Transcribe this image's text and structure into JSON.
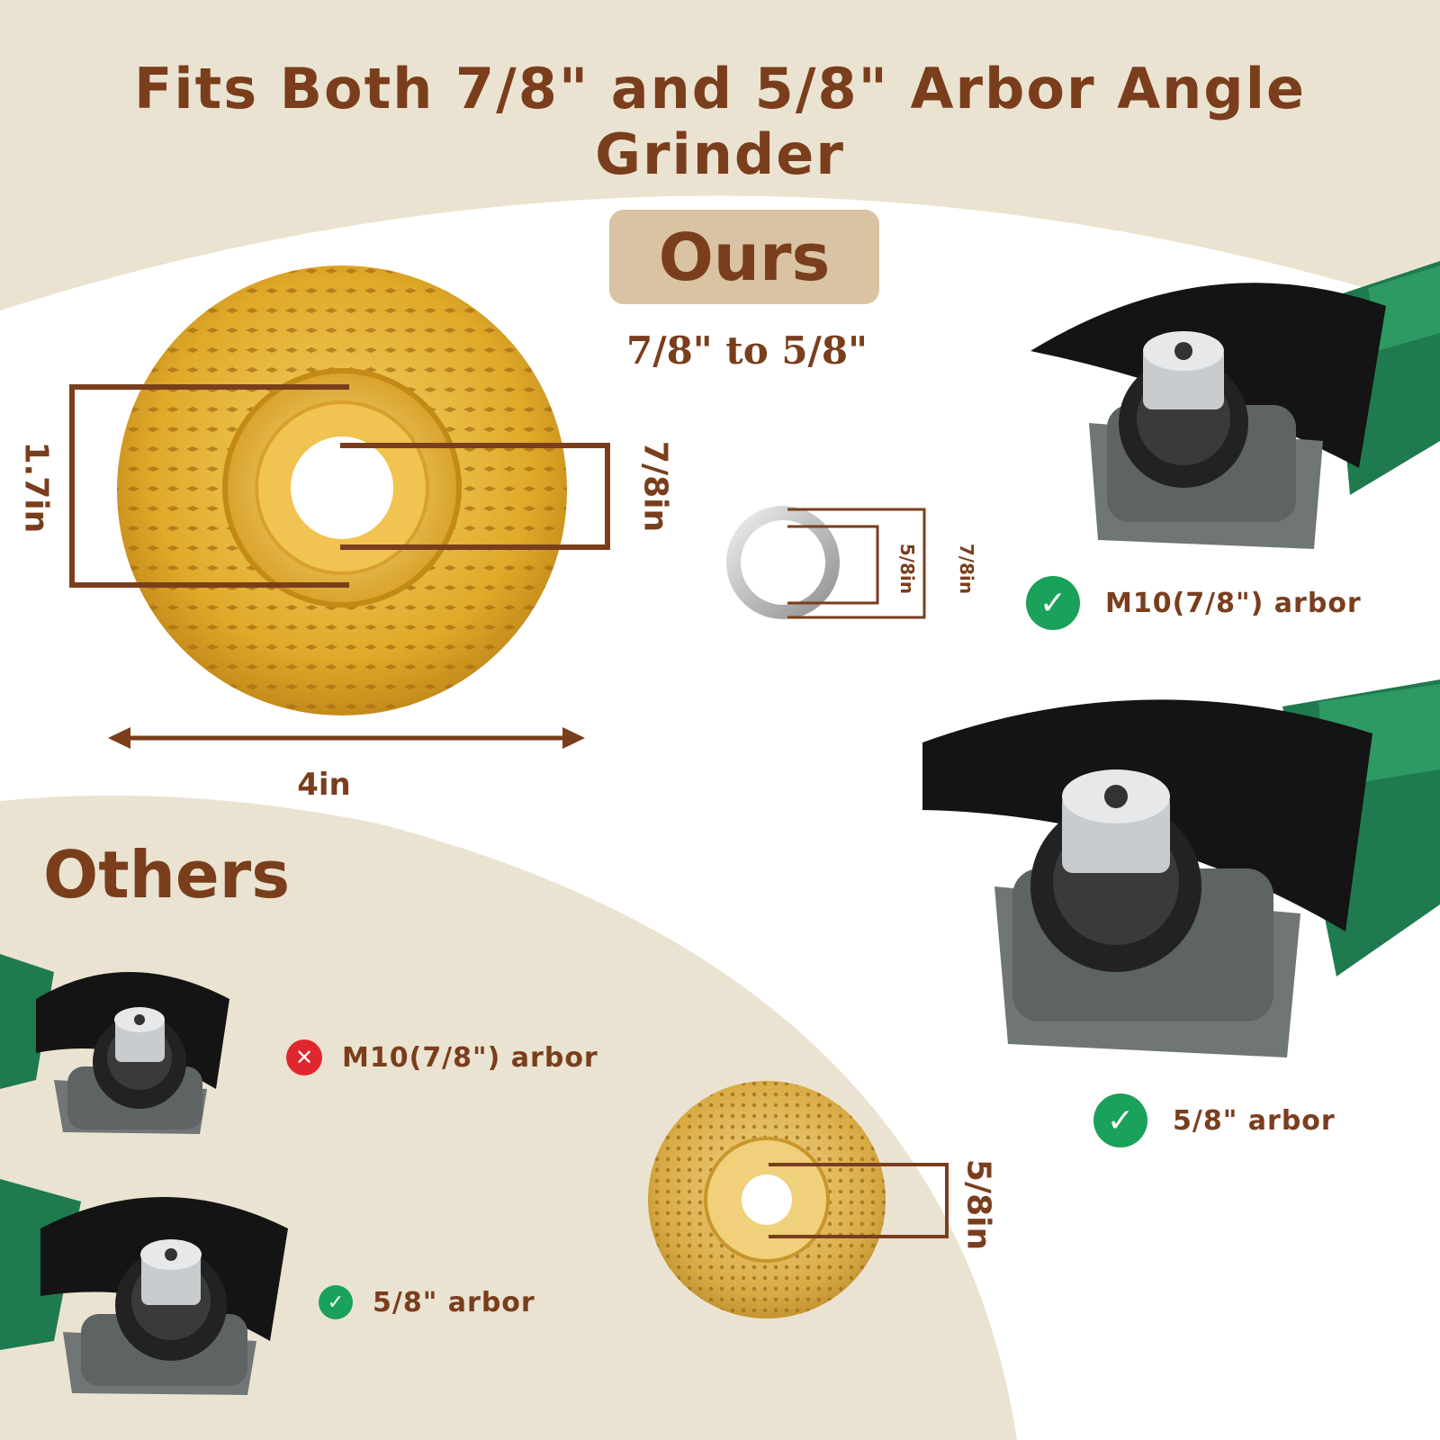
{
  "title": "Fits Both 7/8\" and 5/8\" Arbor Angle Grinder",
  "ours": {
    "badge": "Ours",
    "subtitle": "7/8\" to 5/8\"",
    "dims": {
      "height": "1.7in",
      "arbor": "7/8in",
      "width": "4in"
    },
    "ring": {
      "inner": "5/8in",
      "outer": "7/8in"
    },
    "fits": [
      {
        "status": "check",
        "label": "M10(7/8\") arbor"
      },
      {
        "status": "check",
        "label": "5/8\" arbor"
      }
    ]
  },
  "others": {
    "heading": "Others",
    "fits": [
      {
        "status": "cross",
        "label": "M10(7/8\") arbor"
      },
      {
        "status": "check",
        "label": "5/8\" arbor"
      }
    ],
    "disc_dim": "5/8in"
  },
  "colors": {
    "background": "#ebe3d1",
    "panel": "#ffffff",
    "brand_brown": "#7a3e1d",
    "badge_bg": "#d9c3a2",
    "gold": "#e0aa2a",
    "check_green": "#1aa15a",
    "cross_red": "#e0262e",
    "grinder_green": "#1f7a4f"
  }
}
